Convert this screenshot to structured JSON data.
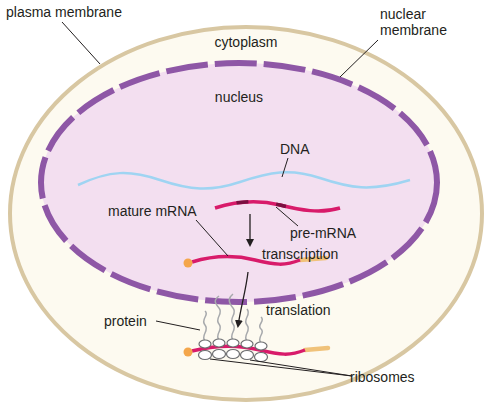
{
  "diagram": {
    "nodes": [
      {
        "text": [
          "cytoplasm"
        ]
      },
      {
        "text": [
          "nucleus"
        ],
        "in": 0
      }
    ],
    "labels": [
      "plasma membrane",
      "nuclear membrane",
      "DNA",
      "pre-mRNA",
      "mature mRNA",
      "transcription",
      "translation",
      "protein",
      "ribosomes"
    ]
  }
}
